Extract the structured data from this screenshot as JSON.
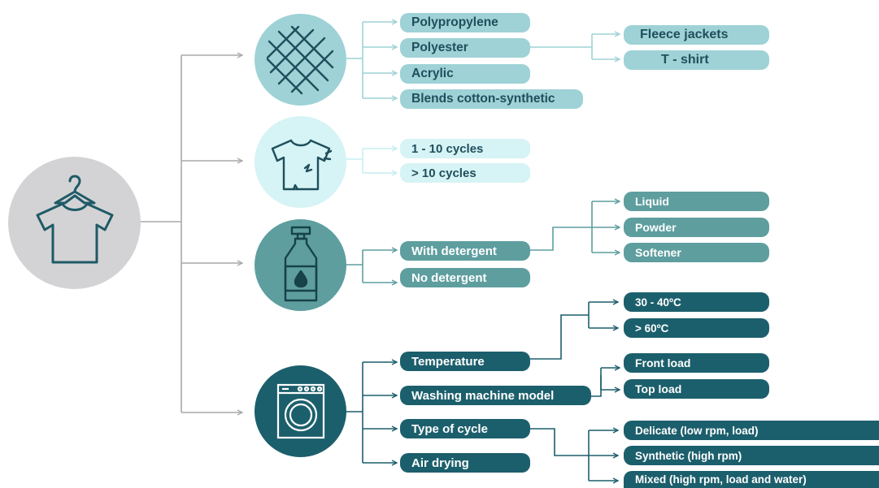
{
  "root": {
    "icon": "shirt-on-hanger-icon"
  },
  "categories": [
    {
      "icon": "fabric-mesh-icon",
      "color": "#9ed2d6",
      "items": [
        "Polypropylene",
        "Polyester",
        "Acrylic",
        "Blends cotton-synthetic"
      ],
      "subitems": [
        "Fleece jackets",
        "T - shirt"
      ]
    },
    {
      "icon": "worn-shirt-icon",
      "color": "#d6f3f5",
      "items": [
        "1 - 10 cycles",
        "> 10 cycles"
      ]
    },
    {
      "icon": "detergent-bottle-icon",
      "color": "#5e9e9f",
      "items": [
        "With detergent",
        "No detergent"
      ],
      "subitems": [
        "Liquid",
        "Powder",
        "Softener"
      ]
    },
    {
      "icon": "washing-machine-icon",
      "color": "#1c5f6c",
      "items": [
        "Temperature",
        "Washing machine model",
        "Type of cycle",
        "Air drying"
      ],
      "temperature": [
        "30 - 40ºC",
        ">  60ºC"
      ],
      "machine": [
        "Front load",
        "Top load"
      ],
      "cycle": [
        "Delicate (low rpm, load)",
        "Synthetic (high rpm)",
        "Mixed (high rpm, load and water)"
      ]
    }
  ],
  "colors": {
    "connector": "#a9a9a9",
    "root_circle": "#d3d3d5",
    "cat1_line": "#9ed2d6",
    "cat2_line": "#c7eef1",
    "cat3_line": "#5e9e9f",
    "cat4_line": "#1c5f6c"
  }
}
